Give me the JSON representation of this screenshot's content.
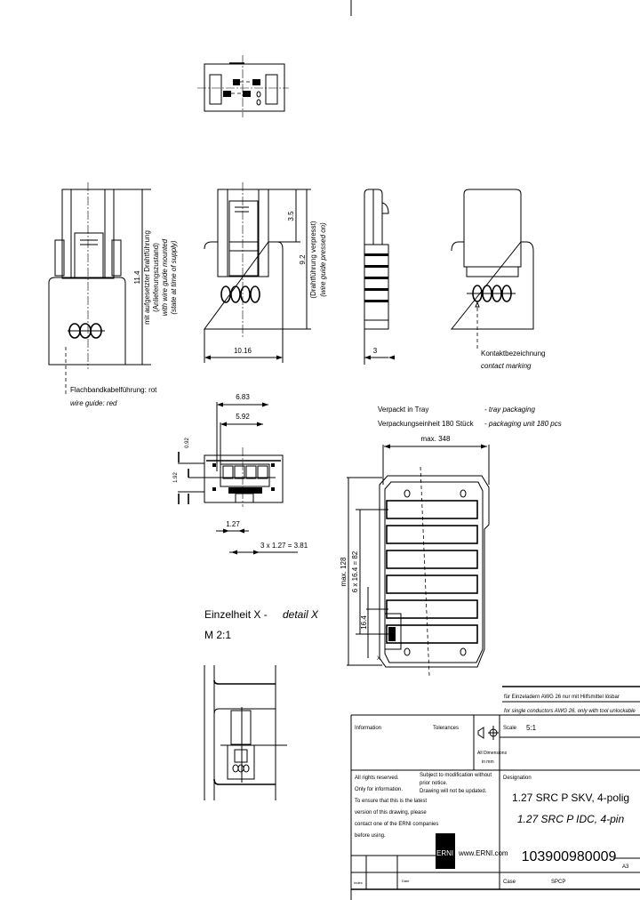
{
  "views": {
    "left_view": {
      "height_dim": "11.4",
      "height_note_de_1": "mit aufgesetzter Drahtführung",
      "height_note_de_2": "(Anlieferungszustand)",
      "height_note_en_1": "with wire guide mounted",
      "height_note_en_2": "(state at time of supply)",
      "wire_guide_de": "Flachbandkabelführung: rot",
      "wire_guide_en": "wire guide: red"
    },
    "front_view": {
      "width_dim": "10.16",
      "top_dim": "3.5",
      "height_dim": "9.2",
      "height_note_de": "(Drahtführung verpresst)",
      "height_note_en": "(wire guide pressed on)"
    },
    "side_view": {
      "width_dim": "3"
    },
    "back_view": {
      "contact_marking_de": "Kontaktbezeichnung",
      "contact_marking_en": "contact marking"
    },
    "bottom_view": {
      "dim_a": "6.83",
      "dim_b": "5.92",
      "dim_c": "0.92",
      "dim_d": "1.92",
      "pitch": "1.27",
      "pitch_total": "3 x 1.27 = 3.81"
    },
    "tray": {
      "packaging_de": "Verpackt in Tray",
      "packaging_en": "- tray packaging",
      "unit_de": "Verpackungseinheit 180 Stück",
      "unit_en": "- packaging unit 180 pcs",
      "width_dim": "max. 348",
      "height_dim": "max. 128",
      "pitch_total": "6 x 16.4 = 82",
      "pitch": "16.4",
      "detail_marker": "X"
    },
    "detail": {
      "title_de": "Einzelheit X -",
      "title_en": "detail X",
      "scale": "M 2:1"
    }
  },
  "title_block": {
    "note_de": "für Einzeladern AWG 26 nur mit Hilfsmittel lösbar",
    "note_en": "for single conductors AWG 26, only with tool unlockable",
    "information_label": "Information",
    "tolerances_label": "Tolerances",
    "dimensions_label_1": "All Dimensions",
    "dimensions_label_2": "in mm",
    "scale_label": "Scale",
    "scale_value": "5:1",
    "rights_lines": [
      "All rights reserved.",
      "Only for information.",
      "To ensure that this is the latest",
      "version of this drawing, please",
      "contact one of the ERNI companies",
      "before using."
    ],
    "modification_lines": [
      "Subject to modification without",
      "prior notice.",
      "Drawing will not be updated."
    ],
    "logo_text": "ERNI",
    "website": "www.ERNI.com",
    "designation_label": "Designation",
    "title_de": "1.27 SRC P SKV, 4-polig",
    "title_en": "1.27 SRC P IDC, 4-pin",
    "part_number": "103900980009",
    "sheet_size": "A3",
    "index_label": "Index",
    "date_label": "Date",
    "case_label": "Case",
    "case_value": "SPCP"
  }
}
